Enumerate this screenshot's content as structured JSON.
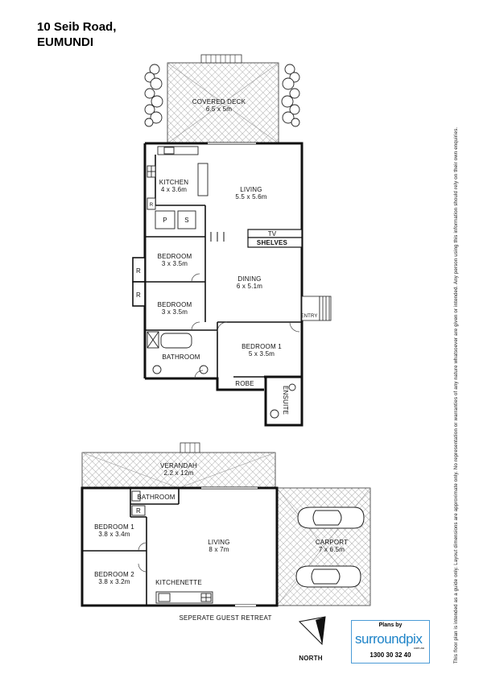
{
  "title": {
    "line1": "10 Seib Road,",
    "line2": "EUMUNDI"
  },
  "main_house": {
    "covered_deck": {
      "name": "COVERED DECK",
      "size": "6.5 x 5m"
    },
    "kitchen": {
      "name": "KITCHEN",
      "size": "4 x 3.6m"
    },
    "living": {
      "name": "LIVING",
      "size": "5.5 x 5.6m"
    },
    "tv": "TV",
    "shelves": "SHELVES",
    "pantry": "P",
    "storage": "S",
    "robe_mark": "R",
    "bedroom_a": {
      "name": "BEDROOM",
      "size": "3 x 3.5m"
    },
    "bedroom_b": {
      "name": "BEDROOM",
      "size": "3 x 3.5m"
    },
    "dining": {
      "name": "DINING",
      "size": "6 x 5.1m"
    },
    "entry": "ENTRY",
    "bathroom": "BATHROOM",
    "bedroom_1": {
      "name": "BEDROOM 1",
      "size": "5 x 3.5m"
    },
    "robe": "ROBE",
    "ensuite": "ENSUITE"
  },
  "guest_retreat": {
    "verandah": {
      "name": "VERANDAH",
      "size": "2.2 x 12m"
    },
    "bathroom": "BATHROOM",
    "robe_mark": "R",
    "bedroom_1": {
      "name": "BEDROOM 1",
      "size": "3.8 x 3.4m"
    },
    "bedroom_2": {
      "name": "BEDROOM 2",
      "size": "3.8 x 3.2m"
    },
    "living": {
      "name": "LIVING",
      "size": "8 x 7m"
    },
    "kitchenette": "KITCHENETTE",
    "carport": {
      "name": "CARPORT",
      "size": "7 x 6.5m"
    },
    "caption": "SEPERATE GUEST RETREAT"
  },
  "compass": {
    "label": "NORTH"
  },
  "logo": {
    "by": "Plans by",
    "name": "surroundpix",
    "domain": "com.au",
    "phone": "1300 30 32 40"
  },
  "disclaimer": "This floor plan is intended as a guide only. Layout dimensions are approximate only. No representation or warranties of any nature whatsoever are given or intended. Any person using this information should rely on their own enquiries.",
  "colors": {
    "wall": "#111111",
    "hatch": "#9a9a9a",
    "brand": "#1f84c8"
  }
}
